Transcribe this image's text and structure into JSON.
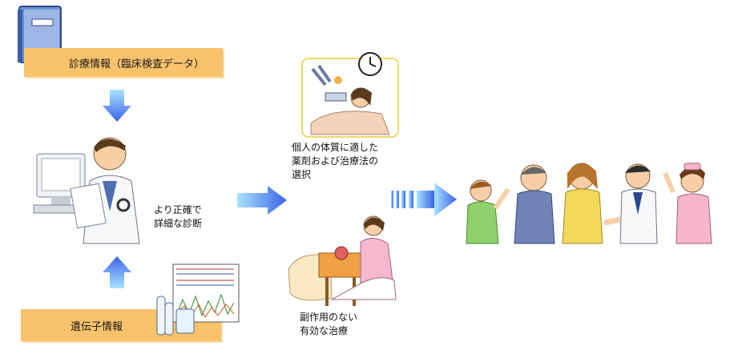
{
  "labels": {
    "clinical_info": "診療情報（臨床検査データ）",
    "gene_info": "遺伝子情報",
    "diagnosis": "より正確で\n詳細な診断",
    "drug_selection": "個人の体質に適した\n薬剤および治療法の\n選択",
    "treatment": "副作用のない\n有効な治療"
  },
  "colors": {
    "label_bg": "#f9c26b",
    "arrow_blue": "#4a7cf0",
    "arrow_light": "#a9e3ff"
  },
  "icons": [
    "notebook-icon",
    "down-arrow-icon",
    "doctor-icon",
    "up-arrow-icon",
    "dna-chart-icon",
    "right-arrow-icon",
    "patient-iv-icon",
    "clock-icon",
    "patient-eating-icon",
    "striped-arrow-icon",
    "happy-group-icon"
  ]
}
